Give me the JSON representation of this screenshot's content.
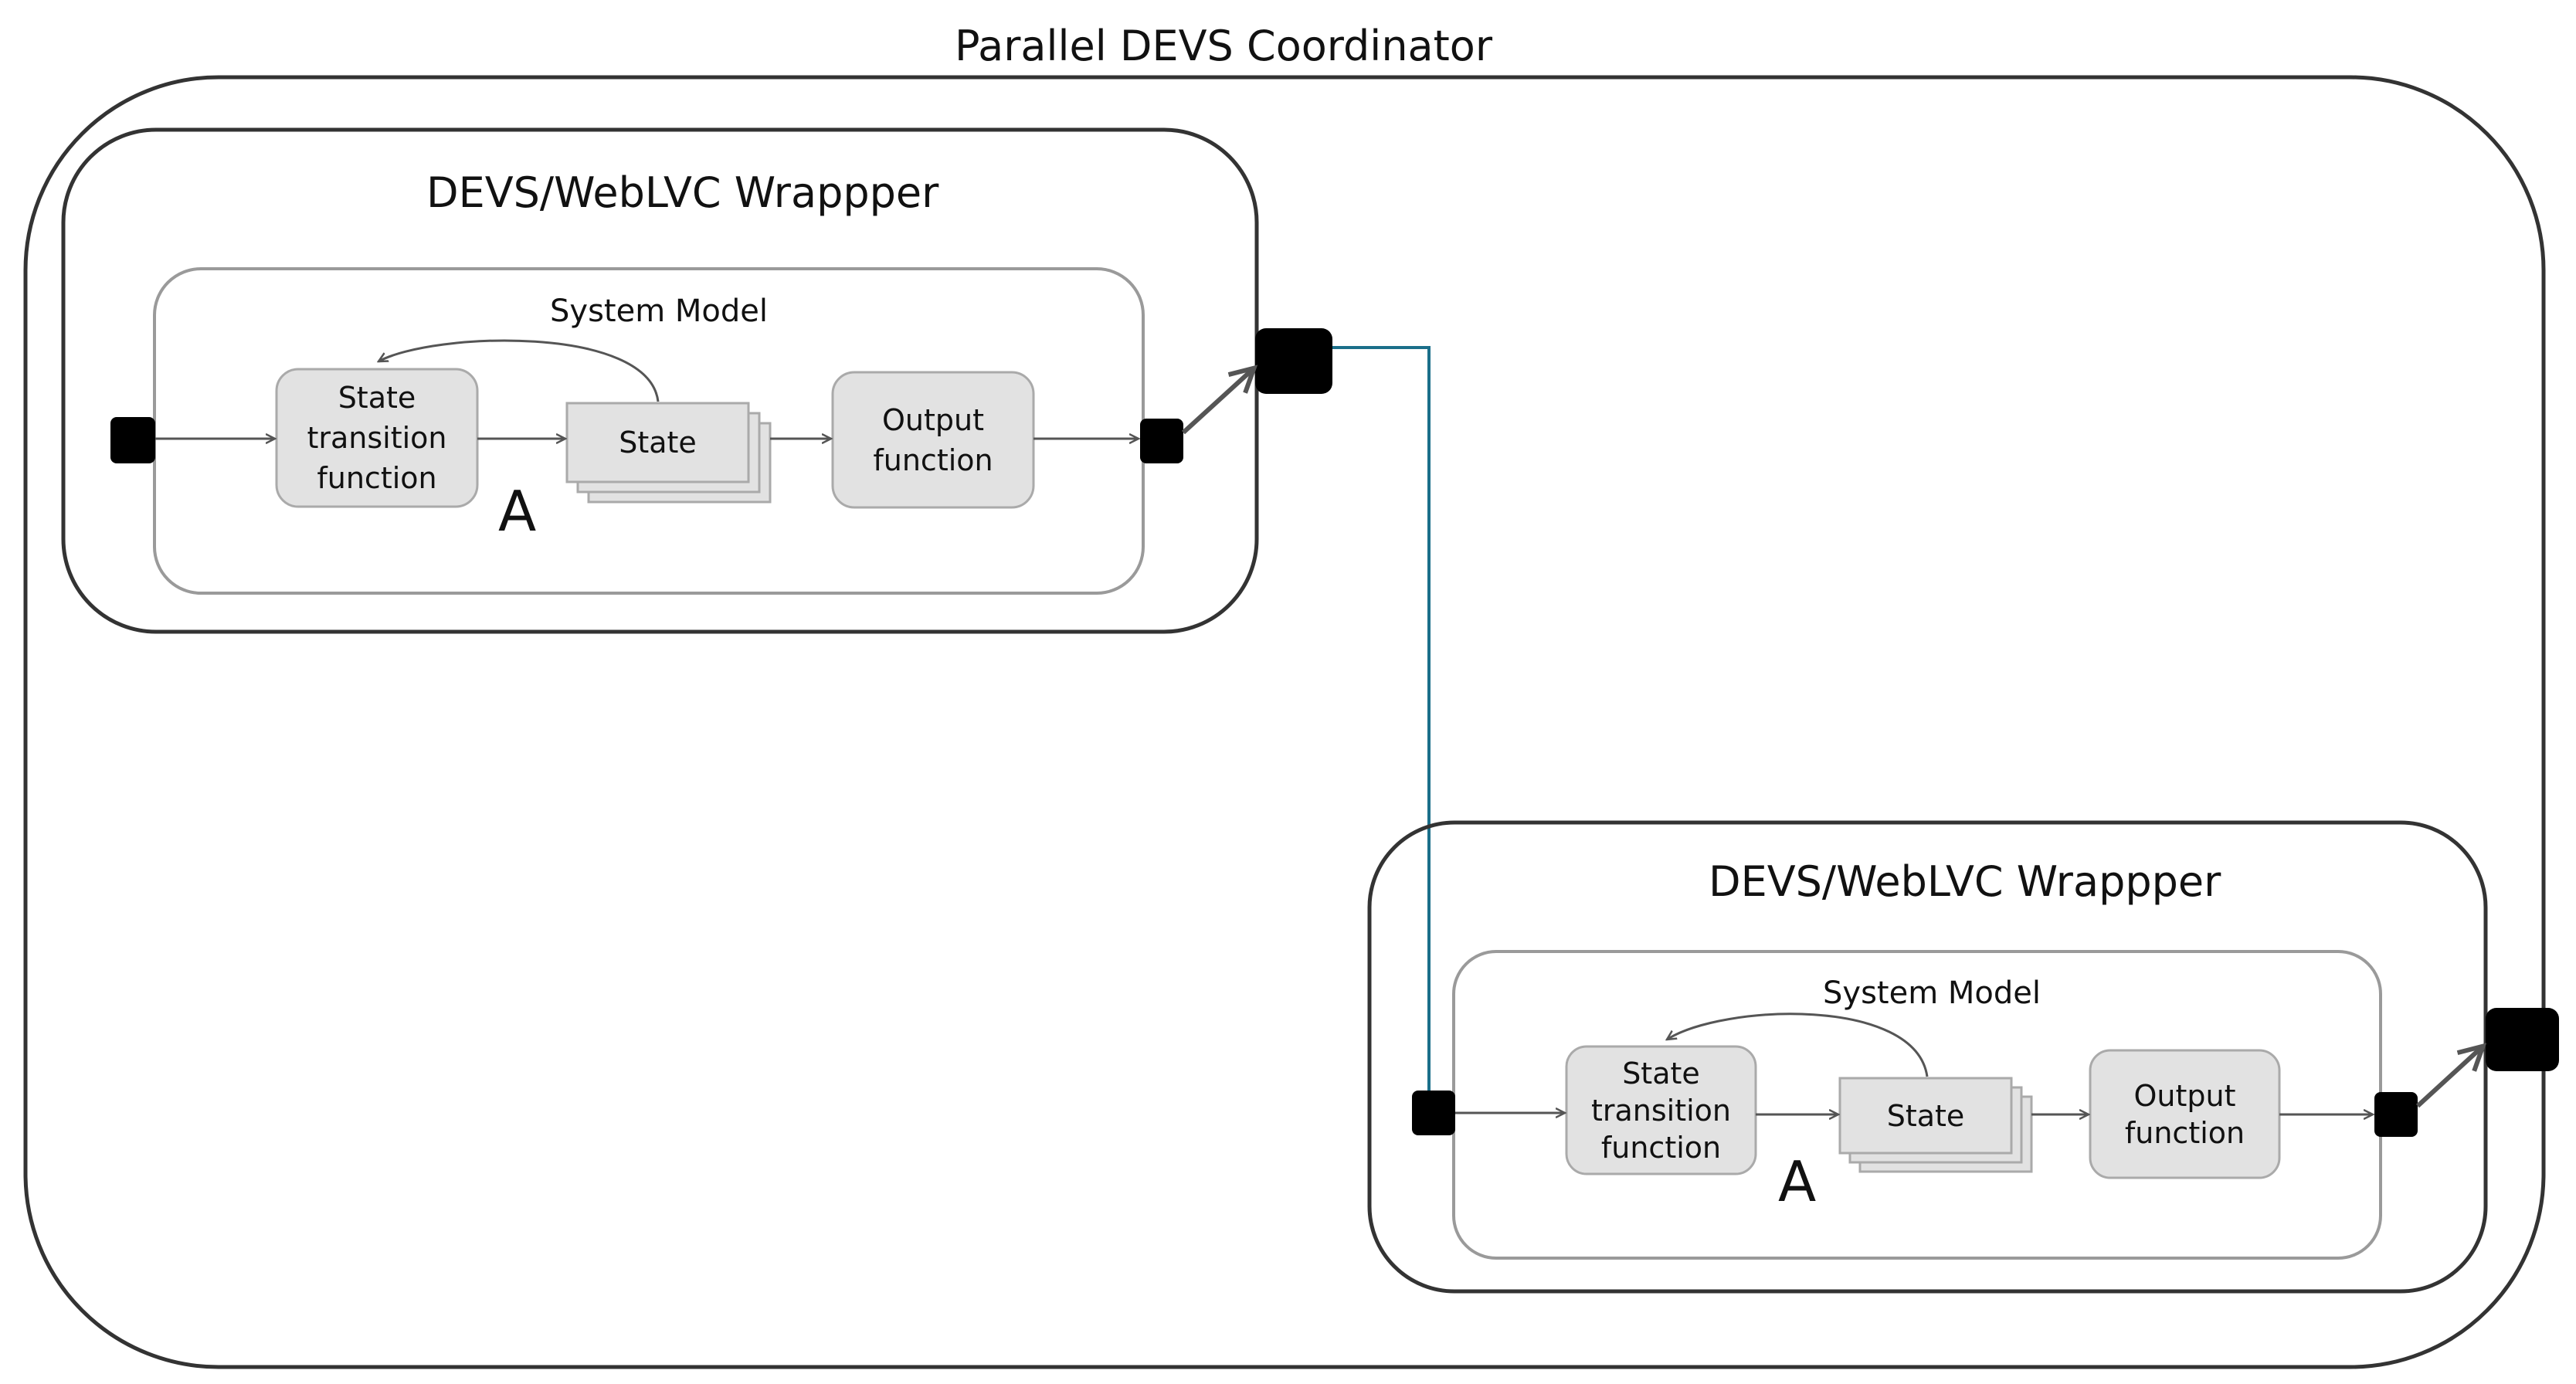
{
  "coordinator": {
    "title": "Parallel DEVS Coordinator"
  },
  "wrappers": [
    {
      "title": "DEVS/WebLVC Wrappper",
      "system_model": {
        "title": "System Model",
        "state_transition": "State\ntransition\nfunction",
        "state": "State",
        "output": "Output\nfunction",
        "marker": "A"
      }
    },
    {
      "title": "DEVS/WebLVC Wrappper",
      "system_model": {
        "title": "System Model",
        "state_transition": "State\ntransition\nfunction",
        "state": "State",
        "output": "Output\nfunction",
        "marker": "A"
      }
    }
  ],
  "colors": {
    "border": "#333333",
    "inner_border": "#9a9a9a",
    "box_fill": "#e2e2e2",
    "box_border": "#aaaaaa",
    "port": "#000000",
    "coupling": "#1b6f8a",
    "arrow": "#555555"
  }
}
